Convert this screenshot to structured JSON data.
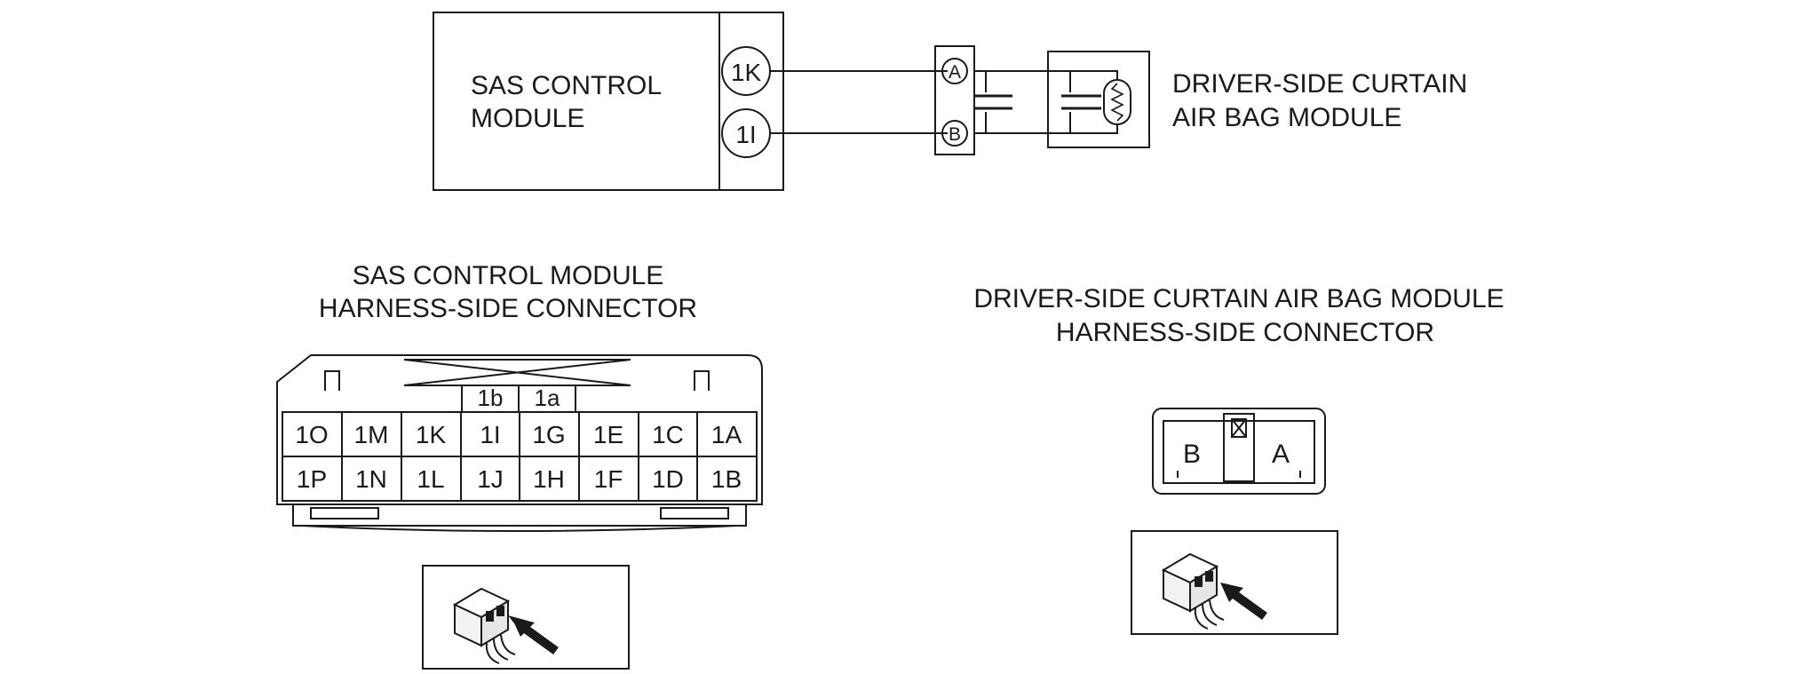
{
  "schematic": {
    "module_label_line1": "SAS CONTROL",
    "module_label_line2": "MODULE",
    "pin_top": "1K",
    "pin_bottom": "1I",
    "inline_pin_top": "A",
    "inline_pin_bottom": "B",
    "airbag_label_line1": "DRIVER-SIDE CURTAIN",
    "airbag_label_line2": "AIR BAG MODULE"
  },
  "sas_connector": {
    "title_line1": "SAS CONTROL MODULE",
    "title_line2": "HARNESS-SIDE CONNECTOR",
    "top_row": [
      "1b",
      "1a"
    ],
    "row1": [
      "1O",
      "1M",
      "1K",
      "1I",
      "1G",
      "1E",
      "1C",
      "1A"
    ],
    "row2": [
      "1P",
      "1N",
      "1L",
      "1J",
      "1H",
      "1F",
      "1D",
      "1B"
    ]
  },
  "airbag_connector": {
    "title_line1": "DRIVER-SIDE CURTAIN AIR BAG MODULE",
    "title_line2": "HARNESS-SIDE CONNECTOR",
    "pin_left": "B",
    "pin_right": "A"
  },
  "icons": [
    "connector-view-icon",
    "connector-view-icon"
  ]
}
